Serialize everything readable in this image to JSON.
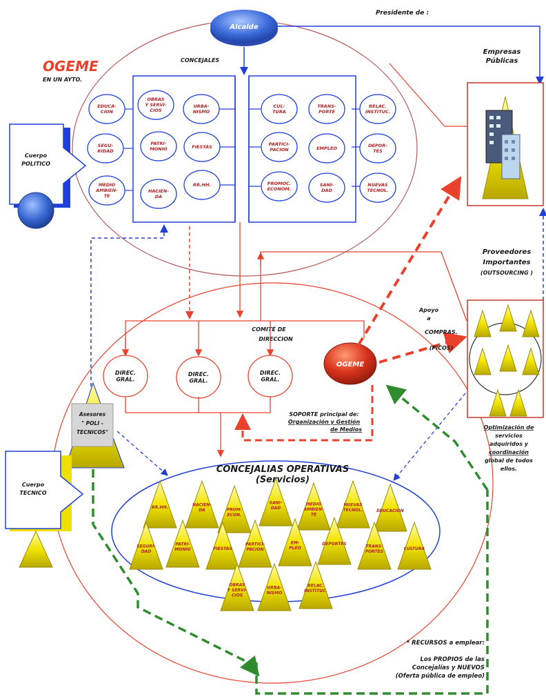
{
  "colors": {
    "red": "#e8412c",
    "dark_red": "#c0392b",
    "blue": "#1f3fd6",
    "green": "#2e8b2e",
    "yellow": "#f0e000",
    "text_red": "#b22222"
  },
  "header": {
    "alcalde": "Alcalde",
    "presidente": "Presidente de :",
    "concejales": "CONCEJALES",
    "ogeme_title": "OGEME",
    "ogeme_subtitle": "EN UN AYTO."
  },
  "concejalias_left": [
    [
      "EDUCA-",
      "CION"
    ],
    [
      "OBRAS",
      "Y SERVI-",
      "CIOS"
    ],
    [
      "URBA-",
      "NISMO"
    ],
    [
      "SEGU-",
      "RIDAD"
    ],
    [
      "PATRI-",
      "MONIO"
    ],
    [
      "FIESTAS"
    ],
    [
      "MEDIO",
      "AMBIEN-",
      "TE"
    ],
    [
      "HACIEN-",
      "DA"
    ],
    [
      "RR.HH."
    ]
  ],
  "concejalias_right": [
    [
      "CUL-",
      "TURA"
    ],
    [
      "TRANS-",
      "PORTE"
    ],
    [
      "RELAC.",
      "INSTITUC."
    ],
    [
      "PARTICI-",
      "PACION"
    ],
    [
      "EMPLEO"
    ],
    [
      "DEPOR-",
      "TES"
    ],
    [
      "PROMOC.",
      "ECONOM."
    ],
    [
      "SANI-",
      "DAD"
    ],
    [
      "NUEVAS",
      "TECNOL."
    ]
  ],
  "cuerpo_politico": [
    "Cuerpo",
    "POLITICO"
  ],
  "cuerpo_tecnico": [
    "Cuerpo",
    "TECNICO"
  ],
  "empresas": [
    "Empresas",
    "Públicas"
  ],
  "proveedores": [
    "Proveedores",
    "Importantes",
    "(OUTSOURCING )"
  ],
  "comite": [
    "COMITÉ  DE",
    "DIRECCION"
  ],
  "direc": [
    "DIREC.",
    "GRAL."
  ],
  "ogeme_node": "OGEME",
  "apoyo": [
    "Apoyo",
    "a",
    "COMPRAS.",
    "(PICOS)"
  ],
  "asesores": [
    "Asesores",
    "\" POLI -",
    "TECNICOS\""
  ],
  "soporte": [
    "SOPORTE principal de:",
    "Organización y Gestión",
    "de Medios"
  ],
  "optimizacion": [
    "Optimización de",
    "servicios",
    "adquiridos  y",
    "coordinación",
    "global de todos",
    "ellos."
  ],
  "operativas_title": [
    "CONCEJALIAS OPERATIVAS",
    "(Servicios)"
  ],
  "operativas_items": [
    [
      "RR.HH."
    ],
    [
      "HACIEN-",
      "DA"
    ],
    [
      "PROM.",
      "ECON."
    ],
    [
      "SANI-",
      "DAD"
    ],
    [
      "MEDIO",
      "AMBIEN-",
      "TE"
    ],
    [
      "NUEVAS",
      "TECNOL."
    ],
    [
      "EDUCACION"
    ],
    [
      "SEGURI-",
      "DAD"
    ],
    [
      "PATRI-",
      "MONIO"
    ],
    [
      "FIESTAS"
    ],
    [
      "PARTICI-",
      "PACION"
    ],
    [
      "EM-",
      "PLEO"
    ],
    [
      "DEPORTES"
    ],
    [
      "TRANS-",
      "PORTES"
    ],
    [
      "CULTURA"
    ],
    [
      "OBRAS",
      "Y SERVI-",
      "CIOS"
    ],
    [
      "URBA-",
      "NISMO"
    ],
    [
      "RELAC.",
      "INSTITUC."
    ]
  ],
  "recursos": [
    "* RECURSOS a emplear:",
    "Los PROPIOS de las",
    "Concejalías y NUEVOS",
    "(Oferta pública de empleo)"
  ]
}
